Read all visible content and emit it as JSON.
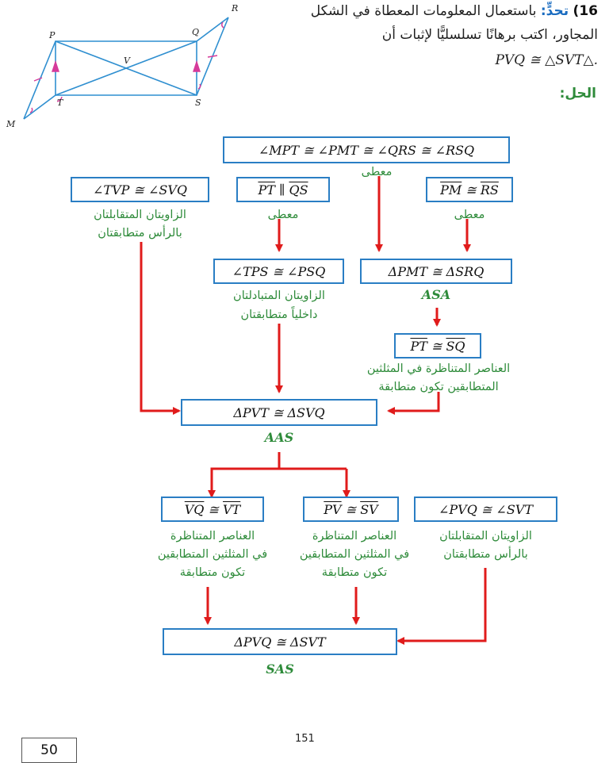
{
  "question": {
    "number": "16)",
    "keyword": "تحدٍّ:",
    "line1": "باستعمال المعلومات المعطاة في الشكل",
    "line2": "المجاور، اكتب برهانًا تسلسليًّا لإثبات أن",
    "line3": ".△PVQ ≅ △SVT"
  },
  "solution_label": "الحل:",
  "figure": {
    "labels": {
      "P": "P",
      "Q": "Q",
      "R": "R",
      "V": "V",
      "T": "T",
      "S": "S",
      "M": "M"
    }
  },
  "boxes": {
    "top": "∠MPT ≅ ∠PMT ≅ ∠QRS ≅ ∠RSQ",
    "tvp": "∠TVP ≅ ∠SVQ",
    "pt_parallel": {
      "a": "PT",
      "rel": " ∥ ",
      "b": "QS"
    },
    "pm_rs": {
      "a": "PM",
      "rel": " ≅ ",
      "b": "RS"
    },
    "tps": "∠TPS ≅ ∠PSQ",
    "pmt": "ΔPMT ≅ ΔSRQ",
    "pt_sq": {
      "a": "PT",
      "rel": " ≅ ",
      "b": "SQ"
    },
    "pvt": "ΔPVT ≅ ΔSVQ",
    "vq_vt": {
      "a": "VQ",
      "rel": " ≅ ",
      "b": "VT"
    },
    "pv_sv": {
      "a": "PV",
      "rel": " ≅ ",
      "b": "SV"
    },
    "pvq_svt": "∠PVQ ≅ ∠SVT",
    "final": "ΔPVQ ≅ ΔSVT"
  },
  "reasons": {
    "given_top": "معطى",
    "vertical_1a": "الزاويتان المتقابلتان",
    "vertical_1b": "بالرأس متطابقتان",
    "given_pt": "معطى",
    "given_pm": "معطى",
    "alt_a": "الزاويتان المتبادلتان",
    "alt_b": "داخلياً متطابقتان",
    "asa": "ASA",
    "cpctc1_a": "العناصر المتناظرة في المثلثين",
    "cpctc1_b": "المتطابقين تكون متطابقة",
    "aas": "AAS",
    "cpctc2_a": "العناصر المتناظرة",
    "cpctc2_b": "في المثلثين المتطابقين",
    "cpctc2_c": "تكون متطابقة",
    "cpctc3_a": "العناصر المتناظرة",
    "cpctc3_b": "في المثلثين المتطابقين",
    "cpctc3_c": "تكون متطابقة",
    "vertical_2a": "الزاويتان المتقابلتان",
    "vertical_2b": "بالرأس متطابقتان",
    "sas": "SAS"
  },
  "page_number": "151",
  "page_tag": "50",
  "colors": {
    "box_border": "#2a7ec4",
    "arrow": "#e01b1b",
    "reason": "#2e8b3a",
    "keyword": "#1a6cc0",
    "figure_line": "#2f8fd0",
    "figure_mark": "#d63a9a"
  }
}
